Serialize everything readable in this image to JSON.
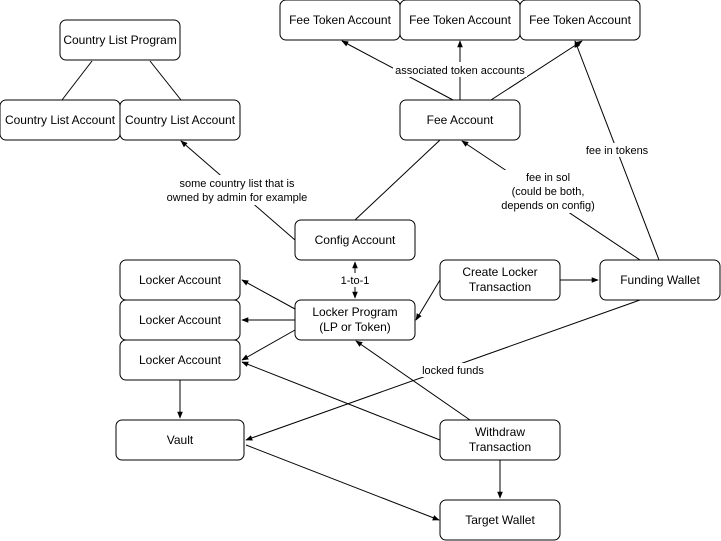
{
  "nodes": {
    "country_list_program": {
      "lines": [
        "Country List Program"
      ]
    },
    "country_list_account_1": {
      "lines": [
        "Country List Account"
      ]
    },
    "country_list_account_2": {
      "lines": [
        "Country List Account"
      ]
    },
    "fee_token_account_1": {
      "lines": [
        "Fee Token Account"
      ]
    },
    "fee_token_account_2": {
      "lines": [
        "Fee Token Account"
      ]
    },
    "fee_token_account_3": {
      "lines": [
        "Fee Token Account"
      ]
    },
    "fee_account": {
      "lines": [
        "Fee Account"
      ]
    },
    "config_account": {
      "lines": [
        "Config Account"
      ]
    },
    "locker_account_1": {
      "lines": [
        "Locker Account"
      ]
    },
    "locker_account_2": {
      "lines": [
        "Locker Account"
      ]
    },
    "locker_account_3": {
      "lines": [
        "Locker Account"
      ]
    },
    "locker_program": {
      "lines": [
        "Locker Program",
        "(LP or Token)"
      ]
    },
    "create_locker_transaction": {
      "lines": [
        "Create Locker",
        "Transaction"
      ]
    },
    "funding_wallet": {
      "lines": [
        "Funding Wallet"
      ]
    },
    "vault": {
      "lines": [
        "Vault"
      ]
    },
    "withdraw_transaction": {
      "lines": [
        "Withdraw",
        "Transaction"
      ]
    },
    "target_wallet": {
      "lines": [
        "Target Wallet"
      ]
    }
  },
  "edge_labels": {
    "associated_token_accounts": [
      "associated token accounts"
    ],
    "country_list_note": [
      "some country list that is",
      "owned by admin for example"
    ],
    "one_to_one": [
      "1-to-1"
    ],
    "fee_in_sol": [
      "fee in sol",
      "(could be both,",
      "depends on config)"
    ],
    "fee_in_tokens": [
      "fee in tokens"
    ],
    "locked_funds": [
      "locked funds"
    ]
  },
  "colors": {
    "stroke": "#000000",
    "fill": "#ffffff",
    "text": "#000000"
  }
}
